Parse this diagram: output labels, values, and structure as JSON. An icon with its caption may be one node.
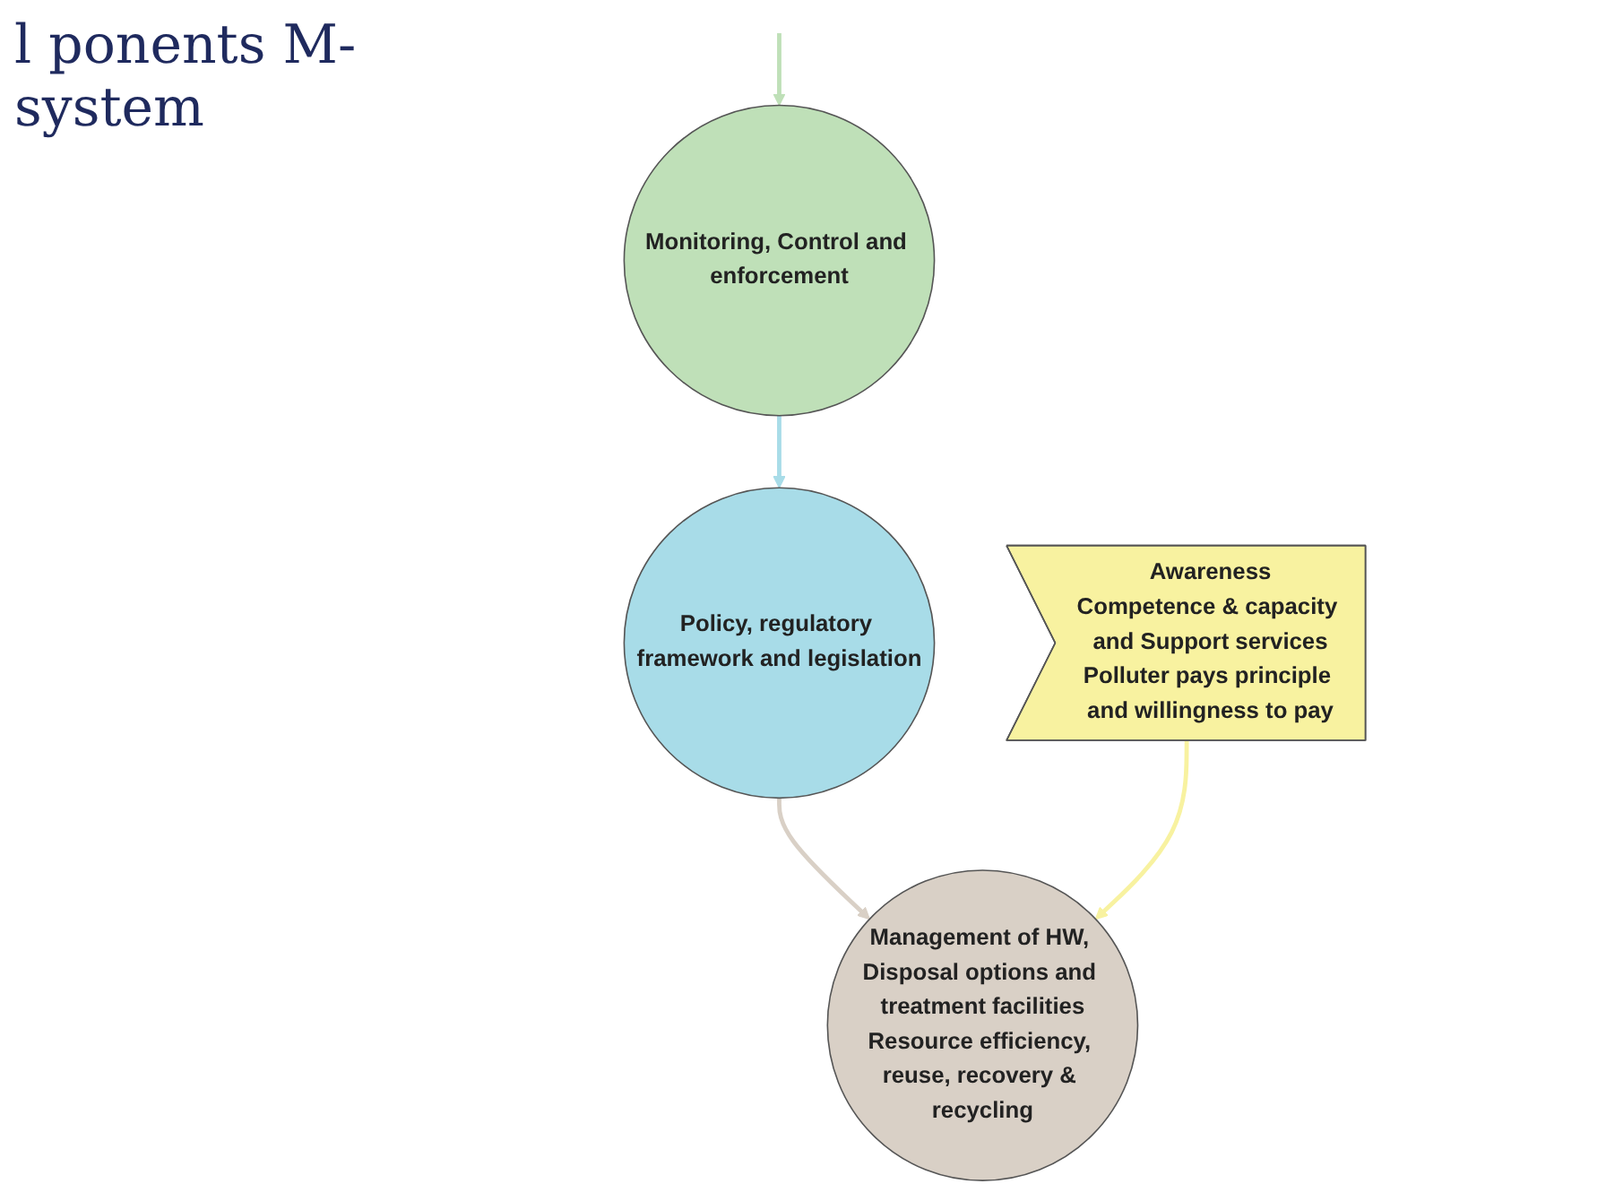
{
  "diagram": {
    "title": "l ponents M-system",
    "nodes": [
      {
        "text": [
          "Policy, regulatory framework and legislation"
        ]
      },
      {
        "text": [
          "Monitoring, Control and enforcement"
        ]
      },
      {
        "text": [
          "Management of HW, Disposal options and treatment facilities",
          "Resource efficiency, reuse, recovery & recycling"
        ]
      },
      {
        "text": [
          "Awareness",
          "Competence & capacity and Support services",
          "Polluter pays principle and willingness to pay"
        ]
      }
    ],
    "edges": [
      {
        "from": 1,
        "to": 0,
        "arrow": "to",
        "color": "#a8dce8"
      },
      {
        "from": 0,
        "to": 2,
        "arrow": "to",
        "color": "#d9d0c6"
      },
      {
        "from": null,
        "to": 1,
        "arrow": "to",
        "color": "#bfe0b8"
      },
      {
        "from": 3,
        "to": 2,
        "arrow": "to",
        "color": "#f8f2a0"
      }
    ]
  }
}
